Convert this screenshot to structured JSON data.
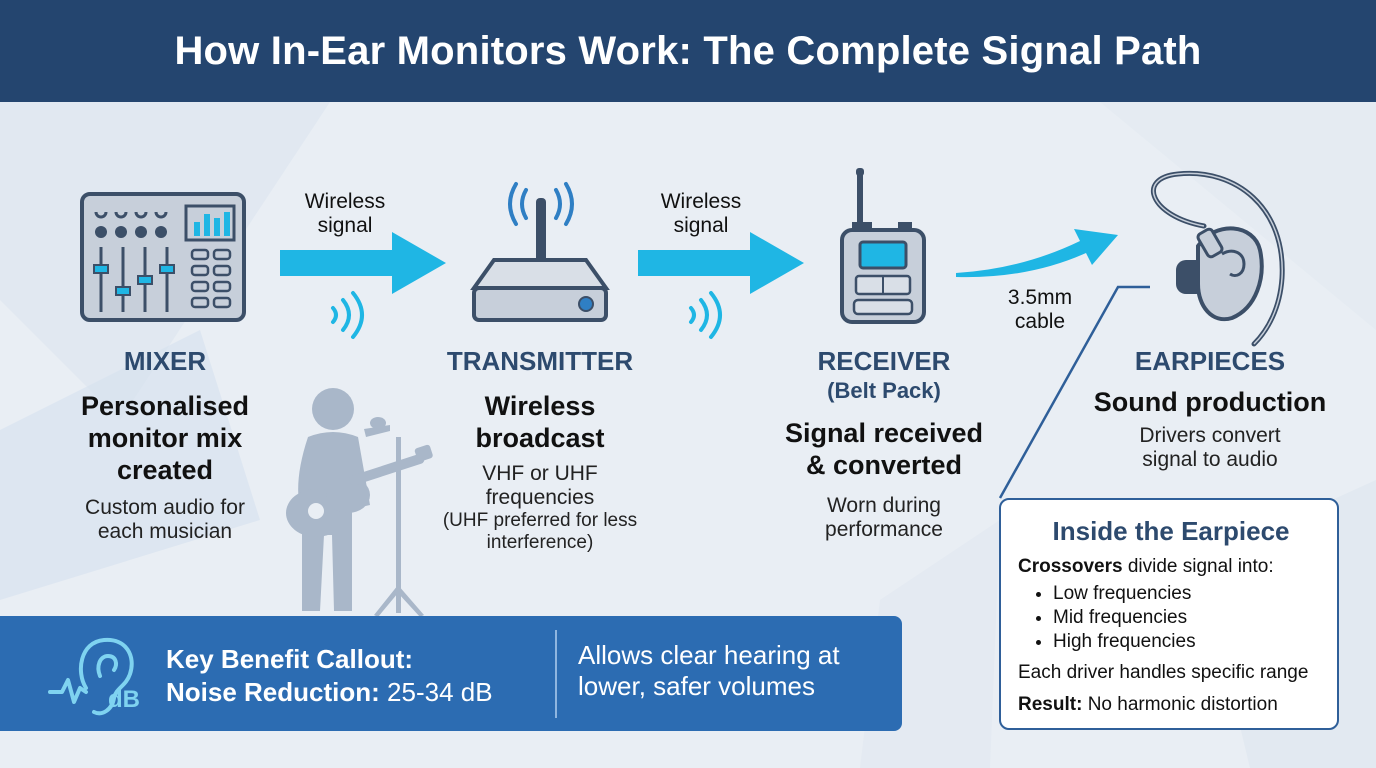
{
  "title": "How In-Ear Monitors Work: The Complete Signal Path",
  "colors": {
    "header_bg": "#24456f",
    "label_blue": "#2d4a6e",
    "arrow_cyan": "#1fb6e4",
    "icon_gray": "#c7cfda",
    "icon_outline": "#3c4f68",
    "callout_bg": "#2c6cb2",
    "silhouette": "#a9b7c9"
  },
  "connectors": [
    {
      "label": "Wireless signal",
      "line1": "Wireless",
      "line2": "signal",
      "icon": "right-arrow-icon"
    },
    {
      "label": "Wireless signal",
      "line1": "Wireless",
      "line2": "signal",
      "icon": "right-arrow-icon"
    },
    {
      "label": "3.5mm cable",
      "line1": "3.5mm",
      "line2": "cable",
      "icon": "curved-arrow-icon"
    }
  ],
  "stages": {
    "mixer": {
      "icon": "mixer-icon",
      "label": "MIXER",
      "heading": [
        "Personalised",
        "monitor mix",
        "created"
      ],
      "desc": [
        "Custom audio for",
        "each musician"
      ]
    },
    "transmitter": {
      "icon": "transmitter-icon",
      "label": "TRANSMITTER",
      "heading": [
        "Wireless",
        "broadcast"
      ],
      "desc": [
        "VHF or UHF",
        "frequencies"
      ],
      "note": [
        "(UHF preferred for less",
        "interference)"
      ]
    },
    "receiver": {
      "icon": "receiver-icon",
      "label": "RECEIVER",
      "sublabel": "(Belt Pack)",
      "heading": [
        "Signal received",
        "& converted"
      ],
      "desc": [
        "Worn during",
        "performance"
      ]
    },
    "earpieces": {
      "icon": "earpiece-icon",
      "label": "EARPIECES",
      "heading": "Sound production",
      "desc": [
        "Drivers convert",
        "signal to audio"
      ]
    }
  },
  "callout": {
    "icon": "ear-db-icon",
    "icon_text": "dB",
    "title": "Key Benefit Callout:",
    "metric_label": "Noise Reduction:",
    "metric_value": "25-34 dB",
    "message": "Allows clear hearing at lower, safer volumes"
  },
  "inside_earpiece": {
    "title": "Inside the Earpiece",
    "intro_bold": "Crossovers",
    "intro_rest": "divide signal into:",
    "bands": [
      "Low frequencies",
      "Mid frequencies",
      "High frequencies"
    ],
    "driver_note": "Each driver handles specific range",
    "result_label": "Result:",
    "result_text": "No harmonic distortion"
  }
}
